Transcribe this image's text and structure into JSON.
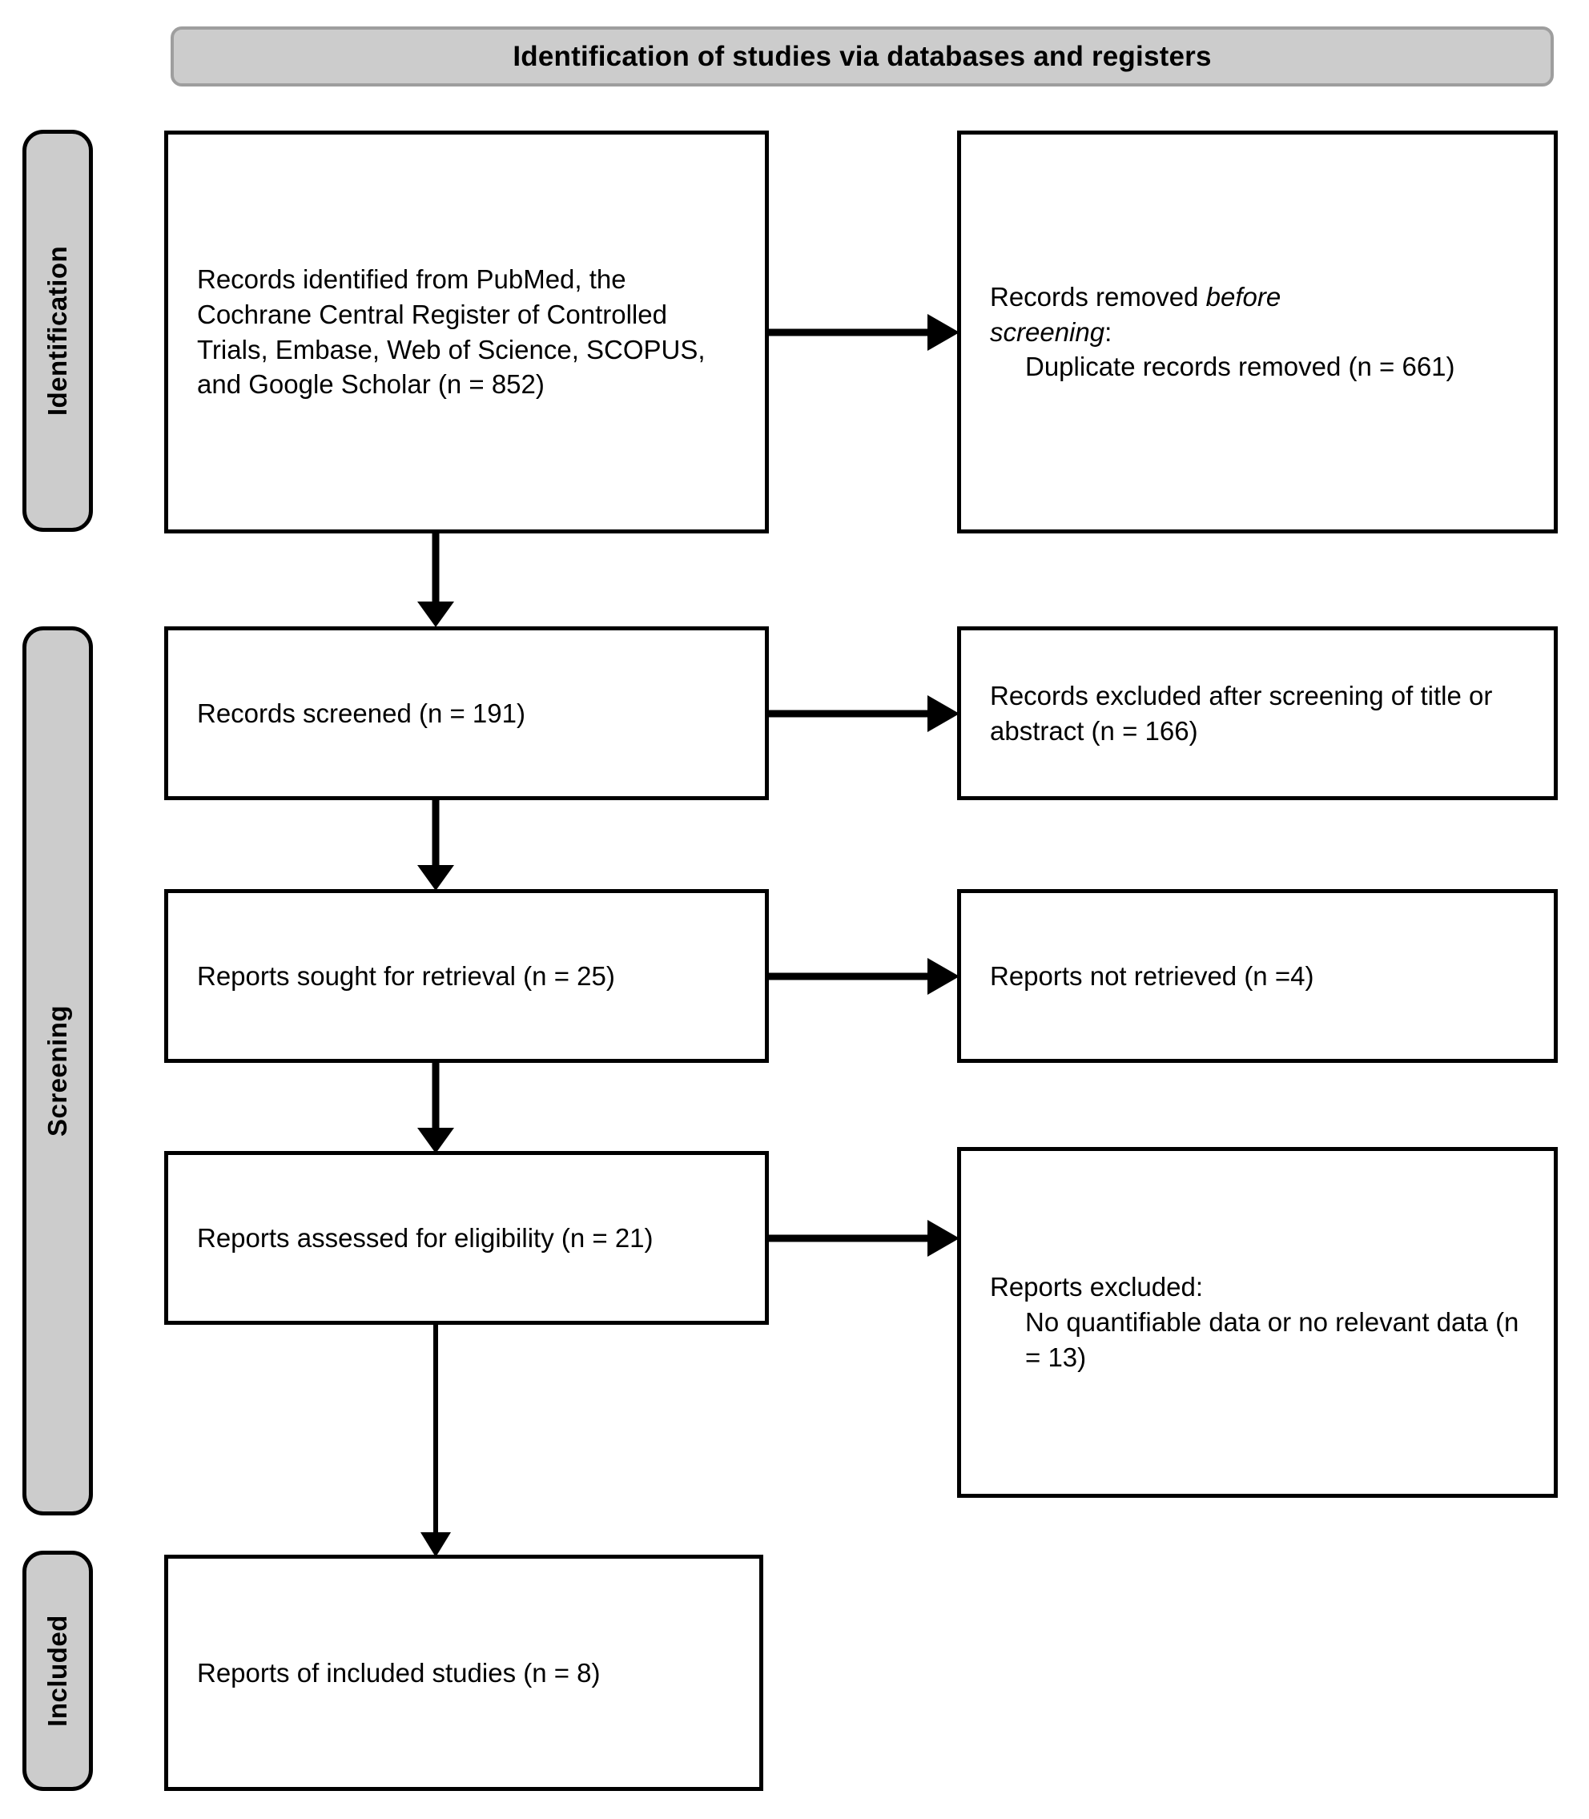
{
  "header": {
    "title": "Identification of studies via databases and registers"
  },
  "stages": [
    {
      "key": "identification",
      "label": "Identification"
    },
    {
      "key": "screening",
      "label": "Screening"
    },
    {
      "key": "included",
      "label": "Included"
    }
  ],
  "colors": {
    "stage_fill": "#CCCCCC",
    "stage_border": "#000000",
    "header_fill": "#CCCCCC",
    "header_border": "#9E9E9E",
    "box_fill": "#FFFFFF",
    "box_border": "#000000",
    "arrow": "#000000",
    "text": "#000000"
  },
  "boxes": {
    "identified": {
      "text": "Records identified from PubMed, the Cochrane Central Register of Controlled Trials, Embase, Web of Science, SCOPUS, and Google Scholar (n = 852)",
      "n": 852
    },
    "removed_before_screening": {
      "line1_prefix": "Records removed ",
      "line1_italic": "before",
      "line2_italic": "screening",
      "line2_suffix": ":",
      "indented": "Duplicate records removed (n = 661)",
      "n": 661
    },
    "screened": {
      "text": "Records screened (n = 191)",
      "n": 191
    },
    "excluded_after_screening": {
      "text": "Records excluded after screening of title or abstract (n = 166)",
      "n": 166
    },
    "sought_for_retrieval": {
      "text": "Reports sought for retrieval (n = 25)",
      "n": 25
    },
    "not_retrieved": {
      "text": "Reports not retrieved (n =4)",
      "n": 4
    },
    "assessed_for_eligibility": {
      "text": "Reports assessed for eligibility (n = 21)",
      "n": 21
    },
    "reports_excluded": {
      "heading": "Reports excluded:",
      "indented": "No quantifiable data or no relevant data (n = 13)",
      "n": 13
    },
    "included_studies": {
      "text": "Reports of included studies (n = 8)",
      "n": 8
    }
  },
  "arrows": [
    {
      "name": "identified-to-removed",
      "direction": "right"
    },
    {
      "name": "identified-to-screened",
      "direction": "down"
    },
    {
      "name": "screened-to-excluded",
      "direction": "right"
    },
    {
      "name": "screened-to-sought",
      "direction": "down"
    },
    {
      "name": "sought-to-not-retrieved",
      "direction": "right"
    },
    {
      "name": "sought-to-assessed",
      "direction": "down"
    },
    {
      "name": "assessed-to-excluded",
      "direction": "right"
    },
    {
      "name": "assessed-to-included",
      "direction": "down"
    }
  ]
}
